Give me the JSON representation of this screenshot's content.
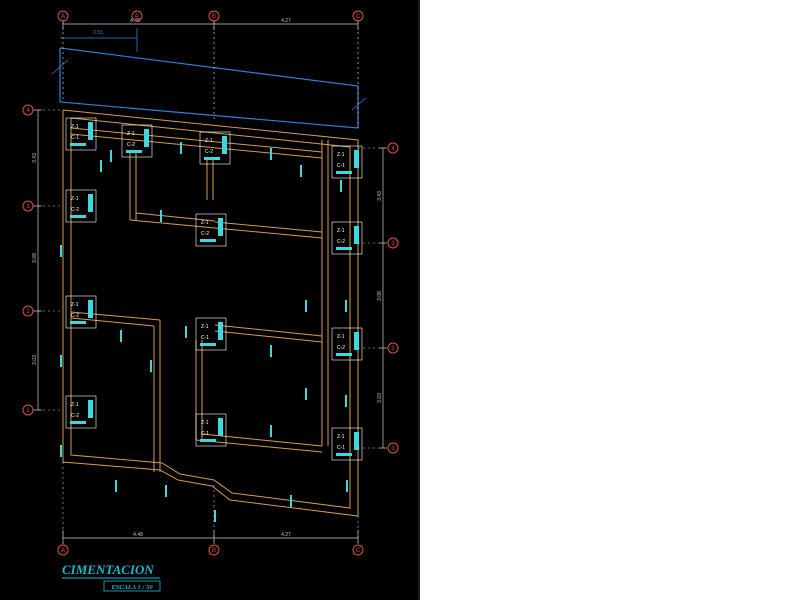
{
  "drawing": {
    "title": "CIMENTACION",
    "scale_label": "ESCALA 1 : 50",
    "colors": {
      "background": "#000000",
      "walls": "#d99a4a",
      "footings": "#3fd7e0",
      "grid_bubbles": "#e0503f",
      "dimensions": "#c8c8c8",
      "roof_outline": "#2f7fd8",
      "title": "#19b7d6"
    }
  },
  "grid": {
    "top_axes": [
      "A",
      "A'",
      "B",
      "C"
    ],
    "bottom_axes": [
      "A",
      "B",
      "C"
    ],
    "left_axes": [
      "4",
      "3",
      "2",
      "1"
    ],
    "right_axes": [
      "4",
      "3",
      "2",
      "1"
    ]
  },
  "dimensions": {
    "top_left": "4.48",
    "top_right": "4.27",
    "roof_offset": "0.55",
    "bottom_left": "4.48",
    "bottom_right": "4.27",
    "left_1": "3.43",
    "left_2": "3.08",
    "left_3": "3.03",
    "right_1": "3.43",
    "right_2": "3.08",
    "right_3": "3.03"
  },
  "footing_tags": [
    "Z-1",
    "Z-1",
    "Z-1",
    "Z-1",
    "Z-1",
    "Z-1",
    "Z-1",
    "Z-1",
    "Z-1",
    "Z-1",
    "Z-1",
    "Z-1"
  ],
  "column_tags": [
    "C-1",
    "C-2",
    "C-2",
    "C-1",
    "C-2",
    "C-2",
    "C-2",
    "C-2",
    "C-1",
    "C-2",
    "C-2",
    "C-1"
  ]
}
